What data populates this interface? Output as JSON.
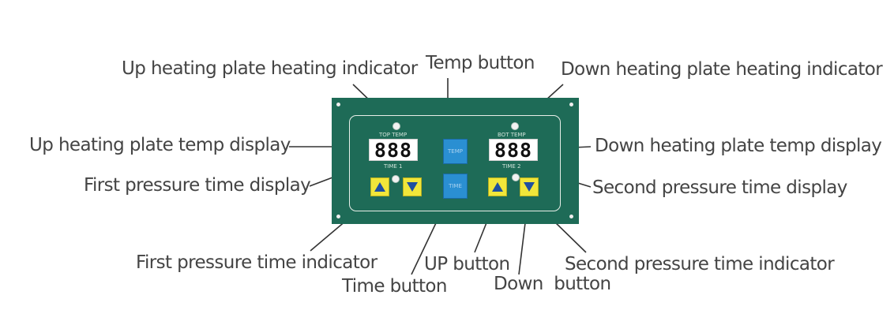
{
  "callouts": {
    "up_indicator": "Up heating plate heating indicator",
    "temp_button": "Temp button",
    "down_indicator": "Down heating plate heating indicator",
    "up_temp_display": "Up heating plate temp display",
    "down_temp_display": "Down heating plate temp display",
    "first_time_display": "First pressure time display",
    "second_time_display": "Second pressure time display",
    "first_time_indicator": "First pressure time indicator",
    "up_button": "UP button",
    "second_time_indicator": "Second pressure time indicator",
    "time_button": "Time button",
    "down_button": "Down  button"
  },
  "panel": {
    "top_temp_label": "TOP TEMP",
    "bot_temp_label": "BOT TEMP",
    "time1_label": "TIME 1",
    "time2_label": "TIME 2",
    "top_display": "888",
    "bot_display": "888",
    "temp_btn_label": "TEMP",
    "time_btn_label": "TIME",
    "colors": {
      "panel": "#1e6b57",
      "blue_button": "#2a8fd2",
      "yellow_button": "#f1e63a",
      "arrow": "#1e4fa0"
    }
  }
}
